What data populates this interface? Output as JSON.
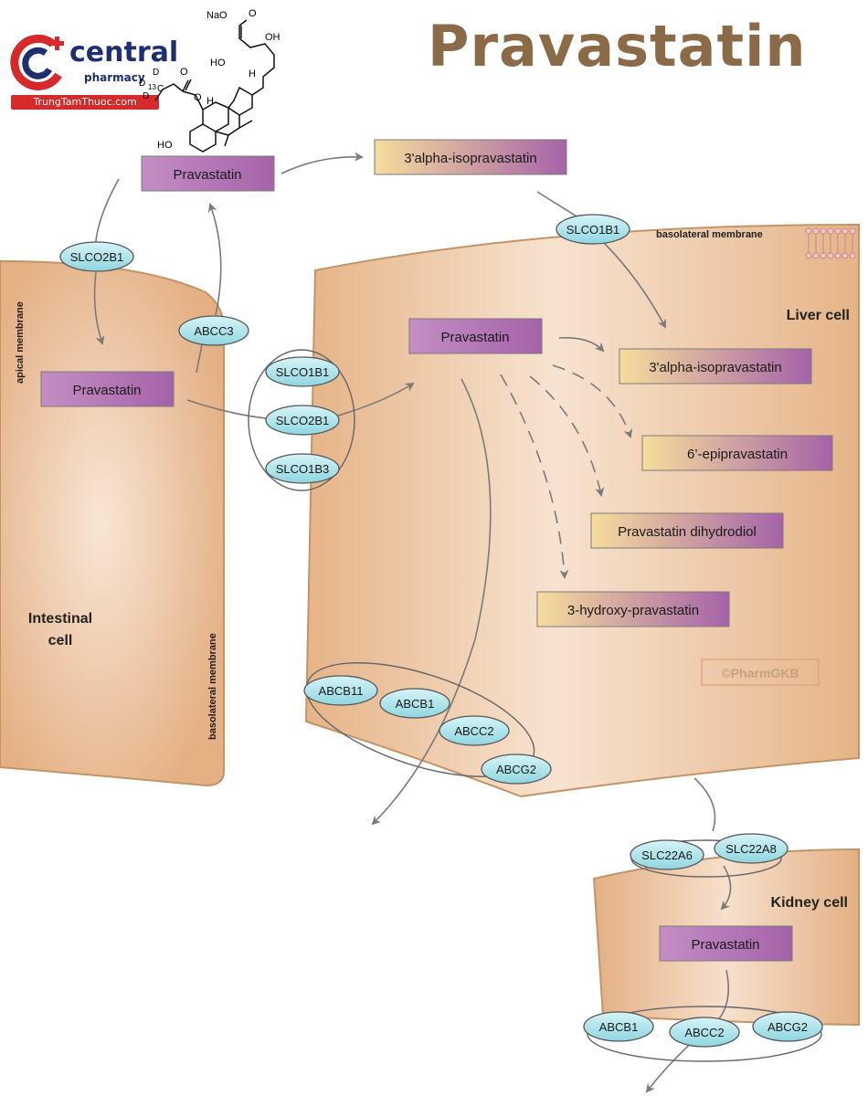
{
  "title": "Pravastatin",
  "logo": {
    "brand": "central",
    "sub": "pharmacy",
    "site": "TrungTamThuoc.com"
  },
  "molecule": {
    "labels": [
      "NaO",
      "O",
      "OH",
      "HO",
      "H",
      "H",
      "D",
      "D",
      "D",
      "13",
      "C",
      "O",
      "O",
      "HO"
    ]
  },
  "cells": {
    "intestinal": {
      "label_line1": "Intestinal",
      "label_line2": "cell",
      "apical": "apical membrane",
      "basolateral": "basolateral membrane"
    },
    "liver": {
      "label": "Liver cell",
      "basolateral": "basolateral membrane",
      "watermark": "©PharmGKB"
    },
    "kidney": {
      "label": "Kidney cell"
    }
  },
  "boxes": {
    "blood_pravastatin": "Pravastatin",
    "blood_isoprava": "3'alpha-isopravastatin",
    "intestinal_pravastatin": "Pravastatin",
    "liver_pravastatin": "Pravastatin",
    "liver_isoprava": "3'alpha-isopravastatin",
    "liver_epiprava": "6’-epipravastatin",
    "liver_dihydrodiol": "Pravastatin dihydrodiol",
    "liver_hydroxy": "3-hydroxy-pravastatin",
    "kidney_pravastatin": "Pravastatin"
  },
  "transporters": {
    "slco2b1_top": "SLCO2B1",
    "abcc3": "ABCC3",
    "slco1b1_top": "SLCO1B1",
    "slco1b1_mid": "SLCO1B1",
    "slco2b1_mid": "SLCO2B1",
    "slco1b3_mid": "SLCO1B3",
    "abcb11": "ABCB11",
    "abcb1_liver": "ABCB1",
    "abcc2_liver": "ABCC2",
    "abcg2_liver": "ABCG2",
    "slc22a6": "SLC22A6",
    "slc22a8": "SLC22A8",
    "abcb1_kidney": "ABCB1",
    "abcc2_kidney": "ABCC2",
    "abcg2_kidney": "ABCG2"
  },
  "colors": {
    "cell_fill": "#e8b98d",
    "cell_stroke": "#b8875a",
    "box_purple": "#a86aa6",
    "box_yellow": "#f4dc9a",
    "ellipse_fill": "#aee3ea",
    "arrow": "#7a7a7a",
    "title": "#8b6a48"
  }
}
